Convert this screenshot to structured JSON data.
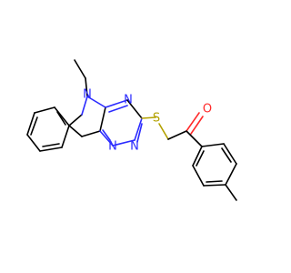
{
  "colors": {
    "background": "#ffffff",
    "bond": "#000000",
    "nitrogen": "#2b2bff",
    "sulfur": "#b3a100",
    "oxygen": "#ff2a2a"
  },
  "atoms": {
    "n_indole": "N",
    "n_triazine_top": "N",
    "n_triazine_bottom_left": "N",
    "n_triazine_bottom_right": "N",
    "sulfur": "S",
    "oxygen": "O"
  }
}
